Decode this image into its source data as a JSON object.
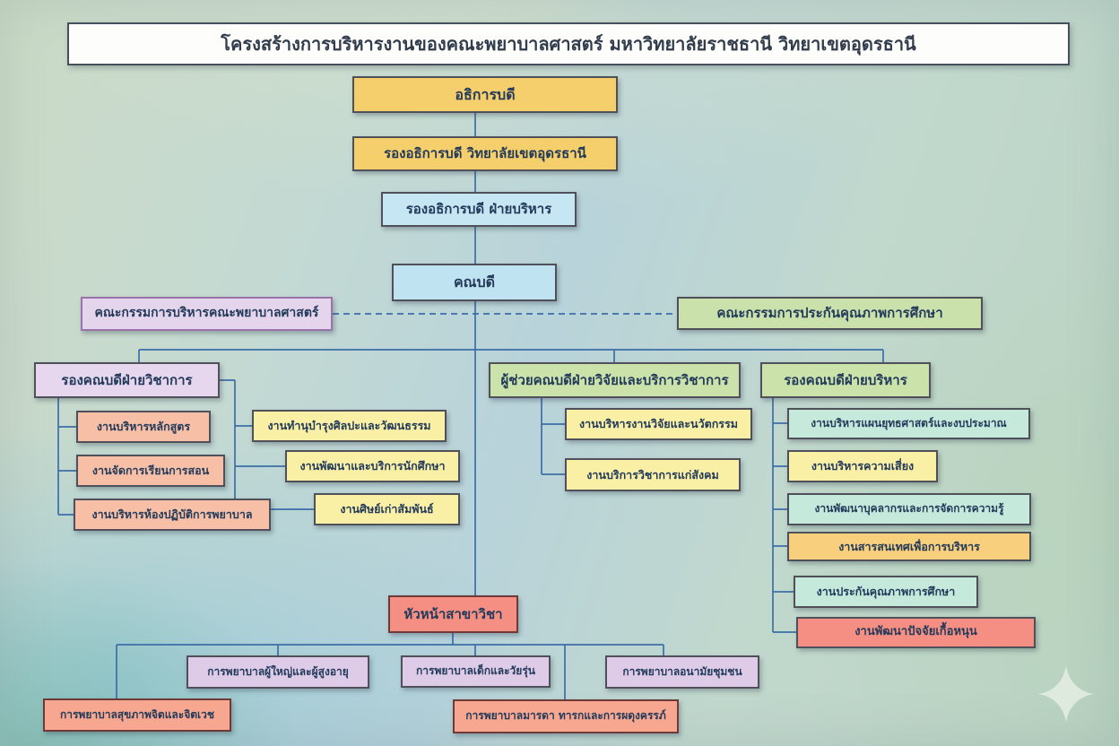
{
  "title": "โครงสร้างการบริหารงานของคณะพยาบาลศาสตร์ มหาวิทยาลัยราชธานี วิทยาเขตอุดรธานี",
  "chart_type": "org-chart",
  "nodes": {
    "president": {
      "label": "อธิการบดี",
      "color": "#f6cf6d"
    },
    "vp_campus": {
      "label": "รองอธิการบดี วิทยาลัยเขตอุดรธานี",
      "color": "#f6cf6d"
    },
    "vp_admin": {
      "label": "รองอธิการบดี ฝ่ายบริหาร",
      "color": "#c5e6f2"
    },
    "dean": {
      "label": "คณบดี",
      "color": "#bfe3f0"
    },
    "board_committee": {
      "label": "คณะกรรมการบริหารคณะพยาบาลศาสตร์",
      "color": "#e4d4ec"
    },
    "qa_committee": {
      "label": "คณะกรรมการประกันคุณภาพการศึกษา",
      "color": "#cbe1ab"
    },
    "deputy_academic": {
      "label": "รองคณบดีฝ่ายวิชาการ",
      "color": "#e6d7ee"
    },
    "asst_research": {
      "label": "ผู้ช่วยคณบดีฝ่ายวิจัยและบริการวิชาการ",
      "color": "#cbe3ab"
    },
    "deputy_admin": {
      "label": "รองคณบดีฝ่ายบริหาร",
      "color": "#cbe3ab"
    },
    "curriculum": {
      "label": "งานบริหารหลักสูตร",
      "color": "#f6bfa6"
    },
    "teaching": {
      "label": "งานจัดการเรียนการสอน",
      "color": "#f6bfa6"
    },
    "nursing_lab": {
      "label": "งานบริหารห้องปฏิบัติการพยาบาล",
      "color": "#f6bfa6"
    },
    "arts_culture": {
      "label": "งานทำนุบำรุงศิลปะและวัฒนธรรม",
      "color": "#f9f0a6"
    },
    "student_dev": {
      "label": "งานพัฒนาและบริการนักศึกษา",
      "color": "#f9f0a6"
    },
    "alumni": {
      "label": "งานศิษย์เก่าสัมพันธ์",
      "color": "#f9f0a6"
    },
    "research_innovation": {
      "label": "งานบริหารงานวิจัยและนวัตกรรม",
      "color": "#f9f0a6"
    },
    "academic_service": {
      "label": "งานบริการวิชาการแก่สังคม",
      "color": "#f9f0a6"
    },
    "strategic_plan": {
      "label": "งานบริหารแผนยุทธศาสตร์และงบประมาณ",
      "color": "#c5e9db"
    },
    "risk": {
      "label": "งานบริหารความเสี่ยง",
      "color": "#f9f0a6"
    },
    "personnel_km": {
      "label": "งานพัฒนาบุคลากรและการจัดการความรู้",
      "color": "#c5e9db"
    },
    "it_admin": {
      "label": "งานสารสนเทศเพื่อการบริหาร",
      "color": "#f8cf7c"
    },
    "qa_work": {
      "label": "งานประกันคุณภาพการศึกษา",
      "color": "#c5e9db"
    },
    "support_factors": {
      "label": "งานพัฒนาปัจจัยเกื้อหนุน",
      "color": "#f58f83"
    },
    "dept_head": {
      "label": "หัวหน้าสาขาวิชา",
      "color": "#f58f83"
    },
    "adult_elderly": {
      "label": "การพยาบาลผู้ใหญ่และผู้สูงอายุ",
      "color": "#ddcbe8"
    },
    "child_adolescent": {
      "label": "การพยาบาลเด็กและวัยรุ่น",
      "color": "#ddcbe8"
    },
    "community": {
      "label": "การพยาบาลอนามัยชุมชน",
      "color": "#ddcbe8"
    },
    "mental_health": {
      "label": "การพยาบาลสุขภาพจิตและจิตเวช",
      "color": "#f7a78f"
    },
    "maternal": {
      "label": "การพยาบาลมารดา ทารกและการผดุงครรภ์",
      "color": "#f7a78f"
    }
  },
  "hierarchy": {
    "president": [
      "vp_campus"
    ],
    "vp_campus": [
      "vp_admin"
    ],
    "vp_admin": [
      "dean"
    ],
    "dean": [
      "deputy_academic",
      "asst_research",
      "deputy_admin",
      "dept_head"
    ],
    "dean_dashed_advisory": [
      "board_committee",
      "qa_committee"
    ],
    "deputy_academic": [
      "curriculum",
      "teaching",
      "nursing_lab",
      "arts_culture",
      "student_dev",
      "alumni"
    ],
    "asst_research": [
      "research_innovation",
      "academic_service"
    ],
    "deputy_admin": [
      "strategic_plan",
      "risk",
      "personnel_km",
      "it_admin",
      "qa_work",
      "support_factors"
    ],
    "dept_head": [
      "mental_health",
      "adult_elderly",
      "child_adolescent",
      "maternal",
      "community"
    ]
  },
  "style": {
    "connector_color": "#3c6ea8",
    "dashed_connector_color": "#3c6ea8",
    "text_color": "#233a5a",
    "title_background": "#fdfdfc"
  },
  "decorations": {
    "sparkle_icon": "four-pointed-star"
  }
}
